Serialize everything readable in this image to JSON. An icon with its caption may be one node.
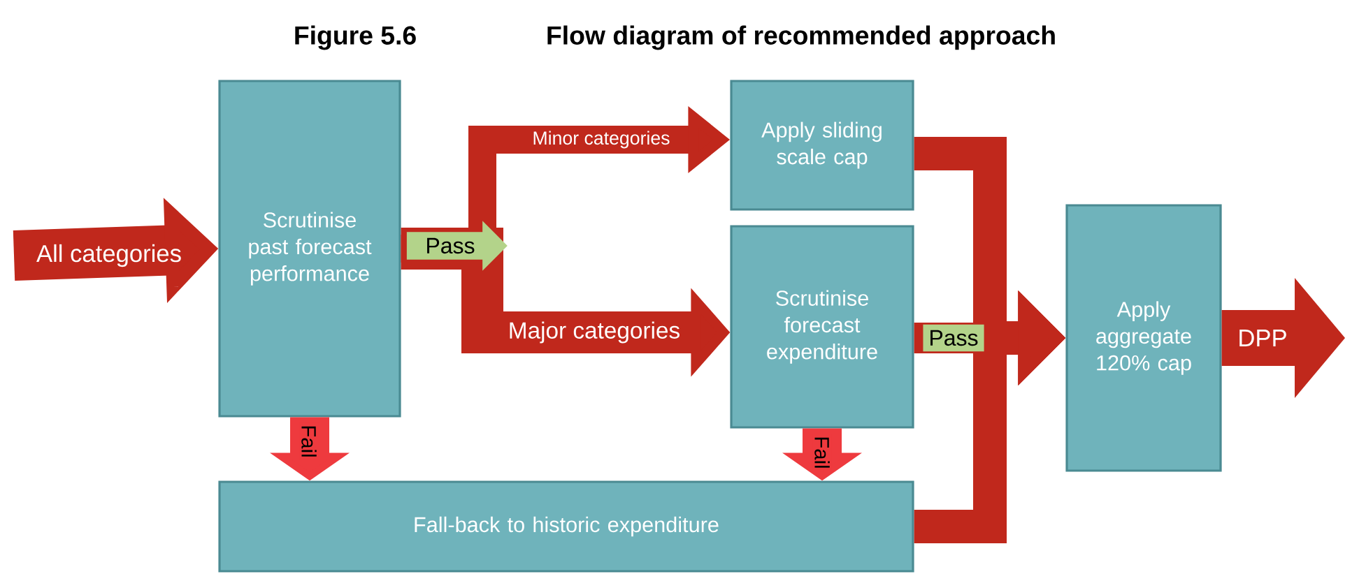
{
  "diagram": {
    "title": "Flow diagram of recommended approach",
    "nodes": [
      {
        "text": [
          "Scrutinise past forecast performance"
        ]
      },
      {
        "text": [
          "Apply sliding scale cap"
        ]
      },
      {
        "text": [
          "Scrutinise forecast expenditure"
        ]
      },
      {
        "text": [
          "Apply aggregate 120% cap"
        ]
      },
      {
        "text": [
          "Fall-back to historic expenditure"
        ]
      }
    ],
    "edges": [
      {
        "from": null,
        "to": 0,
        "arrow": "to",
        "label": "All categories"
      },
      {
        "from": 0,
        "to": 1,
        "arrow": "to",
        "label": "Minor categories"
      },
      {
        "from": 0,
        "to": 2,
        "arrow": "to",
        "label": "Major categories"
      },
      {
        "from": 0,
        "to": 4,
        "arrow": "to",
        "label": "Fail",
        "color": "#ee3a3e"
      },
      {
        "from": 2,
        "to": 4,
        "arrow": "to",
        "label": "Fail",
        "color": "#ee3a3e"
      },
      {
        "from": 2,
        "to": 3,
        "arrow": "to",
        "label": "Pass"
      },
      {
        "from": 1,
        "to": 3,
        "arrow": "to"
      },
      {
        "from": 4,
        "to": 3,
        "arrow": "to"
      },
      {
        "from": 3,
        "to": null,
        "arrow": "to",
        "label": "DPP"
      }
    ],
    "labels": [
      "Figure 5.6",
      "Pass"
    ]
  }
}
